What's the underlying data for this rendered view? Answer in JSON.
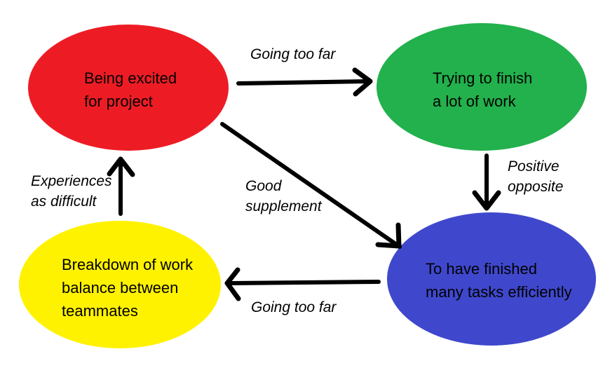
{
  "diagram": {
    "background_color": "#ffffff",
    "arrow_color": "#000000",
    "text_color": "#000000",
    "nodes": [
      {
        "id": "excited",
        "label": "Being excited\nfor project",
        "color": "#ED1C24",
        "color_name": "red",
        "position": "top-left"
      },
      {
        "id": "trying-finish",
        "label": "Trying to finish\na lot of work",
        "color": "#22B14C",
        "color_name": "green",
        "position": "top-right"
      },
      {
        "id": "finished-tasks",
        "label": "To have finished\nmany tasks efficiently",
        "color": "#3F48CC",
        "color_name": "blue",
        "position": "bottom-right"
      },
      {
        "id": "breakdown",
        "label": "Breakdown of work\nbalance between\nteammates",
        "color": "#FFF200",
        "color_name": "yellow",
        "position": "bottom-left"
      }
    ],
    "edges": [
      {
        "from": "excited",
        "to": "trying-finish",
        "label": "Going too far",
        "direction": "right"
      },
      {
        "from": "trying-finish",
        "to": "finished-tasks",
        "label": "Positive\nopposite",
        "direction": "down"
      },
      {
        "from": "excited",
        "to": "finished-tasks",
        "label": "Good\nsupplement",
        "direction": "diagonal-down-right"
      },
      {
        "from": "finished-tasks",
        "to": "breakdown",
        "label": "Going too far",
        "direction": "left"
      },
      {
        "from": "breakdown",
        "to": "excited",
        "label": "Experiences\nas difficult",
        "direction": "up"
      }
    ]
  }
}
